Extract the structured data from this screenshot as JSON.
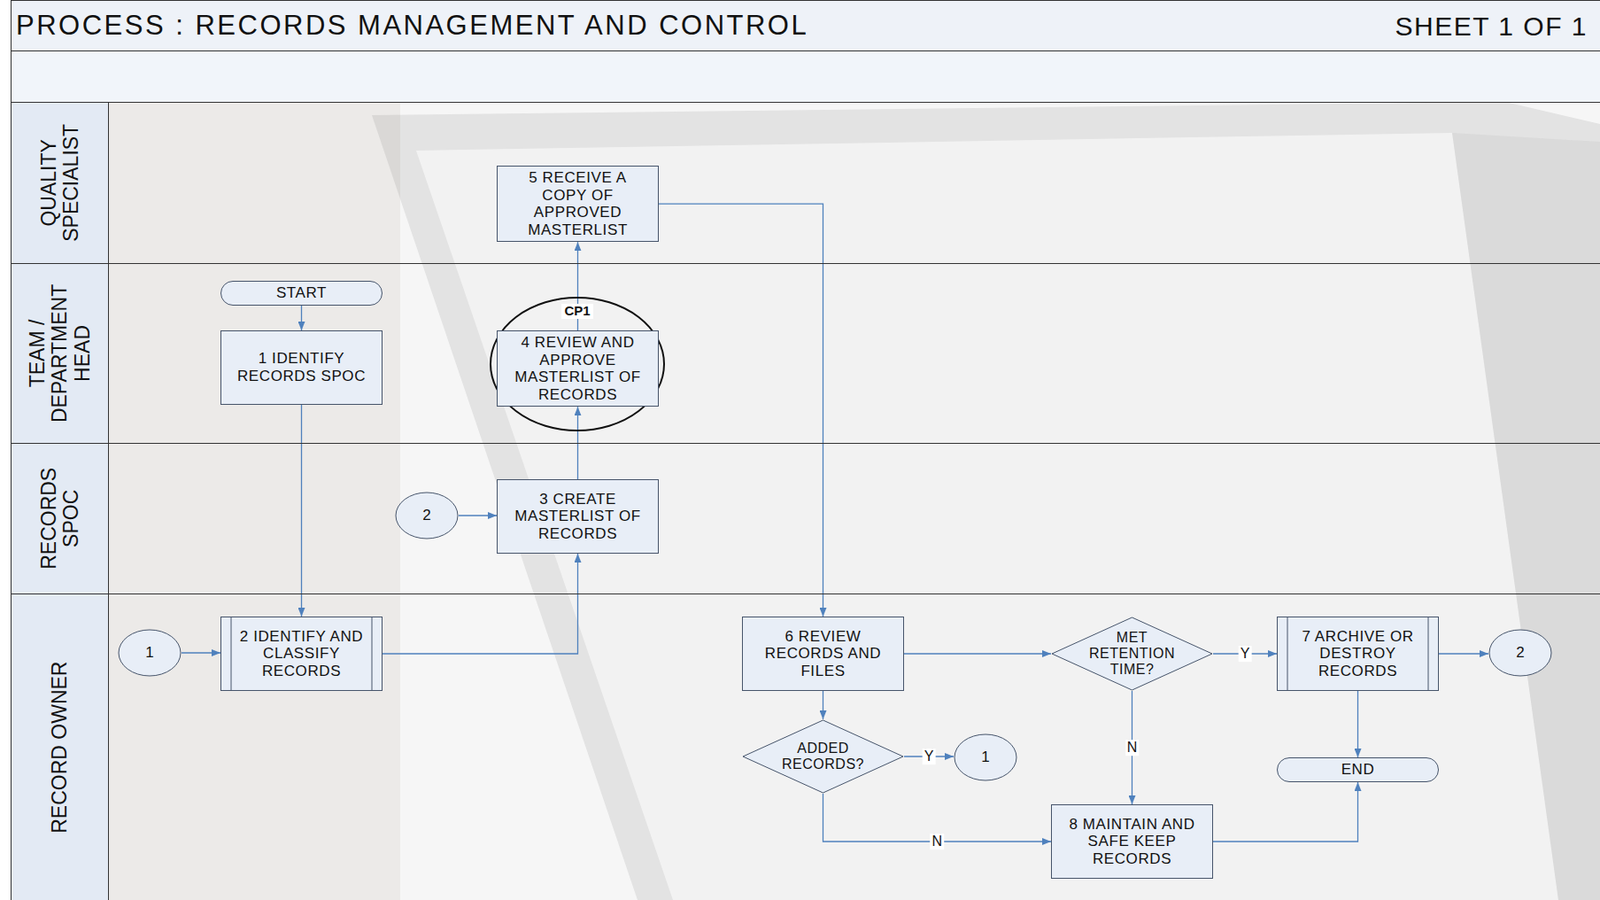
{
  "diagram": {
    "title": "PROCESS : RECORDS MANAGEMENT AND CONTROL",
    "nodes": [
      {
        "text": [
          "QUALITY SPECIALIST"
        ]
      },
      {
        "text": [
          "5 RECEIVE A COPY OF APPROVED MASTERLIST"
        ],
        "in": 0
      },
      {
        "text": [
          "TEAM / DEPARTMENT HEAD"
        ]
      },
      {
        "text": [
          "START"
        ],
        "in": 2
      },
      {
        "text": [
          "1 IDENTIFY RECORDS SPOC"
        ],
        "in": 2
      },
      {
        "text": [
          "CP1"
        ],
        "in": 2
      },
      {
        "text": [
          "4 REVIEW AND APPROVE MASTERLIST OF RECORDS"
        ],
        "in": 5
      },
      {
        "text": [
          "RECORDS SPOC"
        ]
      },
      {
        "text": [
          "2"
        ],
        "in": 7
      },
      {
        "text": [
          "3 CREATE MASTERLIST OF RECORDS"
        ],
        "in": 7
      },
      {
        "text": [
          "RECORD OWNER"
        ]
      },
      {
        "text": [
          "1"
        ],
        "in": 10
      },
      {
        "text": [
          "2 IDENTIFY AND CLASSIFY RECORDS"
        ],
        "in": 10
      },
      {
        "text": [
          "6 REVIEW RECORDS AND FILES"
        ],
        "in": 10
      },
      {
        "text": [
          "MET RETENTION TIME?"
        ],
        "in": 10
      },
      {
        "text": [
          "7 ARCHIVE OR DESTROY RECORDS"
        ],
        "in": 10
      },
      {
        "text": [
          "2"
        ],
        "in": 10
      },
      {
        "text": [
          "ADDED RECORDS?"
        ],
        "in": 10
      },
      {
        "text": [
          "1"
        ],
        "in": 10
      },
      {
        "text": [
          "END"
        ],
        "in": 10
      },
      {
        "text": [
          "8 MAINTAIN AND SAFE KEEP RECORDS"
        ],
        "in": 10
      }
    ],
    "edges": [
      {
        "from": 3,
        "to": 4,
        "arrow": "to"
      },
      {
        "from": 4,
        "to": 12,
        "arrow": "to"
      },
      {
        "from": 11,
        "to": 12,
        "arrow": "to"
      },
      {
        "from": 12,
        "to": 9,
        "arrow": "to"
      },
      {
        "from": 8,
        "to": 9,
        "arrow": "to"
      },
      {
        "from": 9,
        "to": 6,
        "arrow": "to"
      },
      {
        "from": 6,
        "to": 1,
        "arrow": "to"
      },
      {
        "from": 1,
        "to": 13,
        "arrow": "to"
      },
      {
        "from": 13,
        "to": 14,
        "arrow": "to"
      },
      {
        "from": 13,
        "to": 17,
        "arrow": "to"
      },
      {
        "from": 17,
        "to": 18,
        "label": "Y",
        "arrow": "to"
      },
      {
        "from": 17,
        "to": 20,
        "label": "N",
        "arrow": "to"
      },
      {
        "from": 14,
        "to": 15,
        "label": "Y",
        "arrow": "to"
      },
      {
        "from": 14,
        "to": 20,
        "label": "N",
        "arrow": "to"
      },
      {
        "from": 15,
        "to": 16,
        "arrow": "to"
      },
      {
        "from": 15,
        "to": 19,
        "arrow": "to"
      },
      {
        "from": 20,
        "to": 19,
        "arrow": "to"
      }
    ],
    "labels": [
      "SHEET 1 OF 1"
    ]
  }
}
